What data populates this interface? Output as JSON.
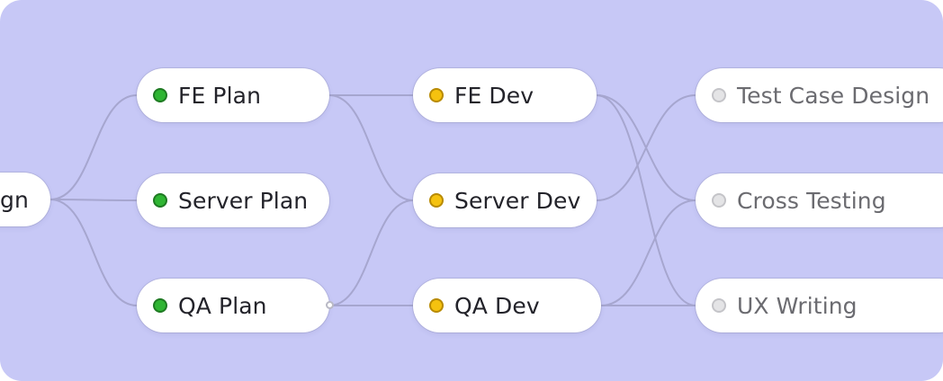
{
  "colors": {
    "background": "#c7c8f6",
    "edge": "#a6a6cf",
    "status_done": "#2fb533",
    "status_in_progress": "#f5c20f",
    "status_todo": "#e4e4e6"
  },
  "nodes": {
    "design": {
      "label": "gn",
      "status": "none"
    },
    "fe_plan": {
      "label": "FE Plan",
      "status": "done"
    },
    "server_plan": {
      "label": "Server Plan",
      "status": "done"
    },
    "qa_plan": {
      "label": "QA Plan",
      "status": "done"
    },
    "fe_dev": {
      "label": "FE Dev",
      "status": "in-progress"
    },
    "server_dev": {
      "label": "Server Dev",
      "status": "in-progress"
    },
    "qa_dev": {
      "label": "QA Dev",
      "status": "in-progress"
    },
    "test_case_design": {
      "label": "Test Case Design",
      "status": "todo"
    },
    "cross_testing": {
      "label": "Cross Testing",
      "status": "todo"
    },
    "ux_writing": {
      "label": "UX Writing",
      "status": "todo"
    }
  },
  "edges": [
    [
      "design",
      "fe_plan"
    ],
    [
      "design",
      "server_plan"
    ],
    [
      "design",
      "qa_plan"
    ],
    [
      "fe_plan",
      "fe_dev"
    ],
    [
      "fe_plan",
      "server_dev"
    ],
    [
      "qa_plan",
      "server_dev"
    ],
    [
      "qa_plan",
      "qa_dev"
    ],
    [
      "fe_dev",
      "cross_testing"
    ],
    [
      "fe_dev",
      "ux_writing"
    ],
    [
      "server_dev",
      "test_case_design"
    ],
    [
      "qa_dev",
      "cross_testing"
    ],
    [
      "qa_dev",
      "ux_writing"
    ]
  ]
}
